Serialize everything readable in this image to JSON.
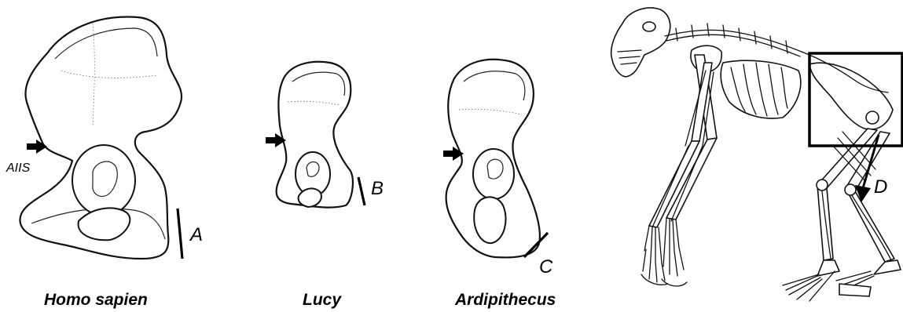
{
  "captions": {
    "homo": "Homo sapien",
    "lucy": "Lucy",
    "ardi": "Ardipithecus"
  },
  "labels": {
    "aiis": "AIIS",
    "a": "A",
    "b": "B",
    "c": "C",
    "d": "D"
  }
}
